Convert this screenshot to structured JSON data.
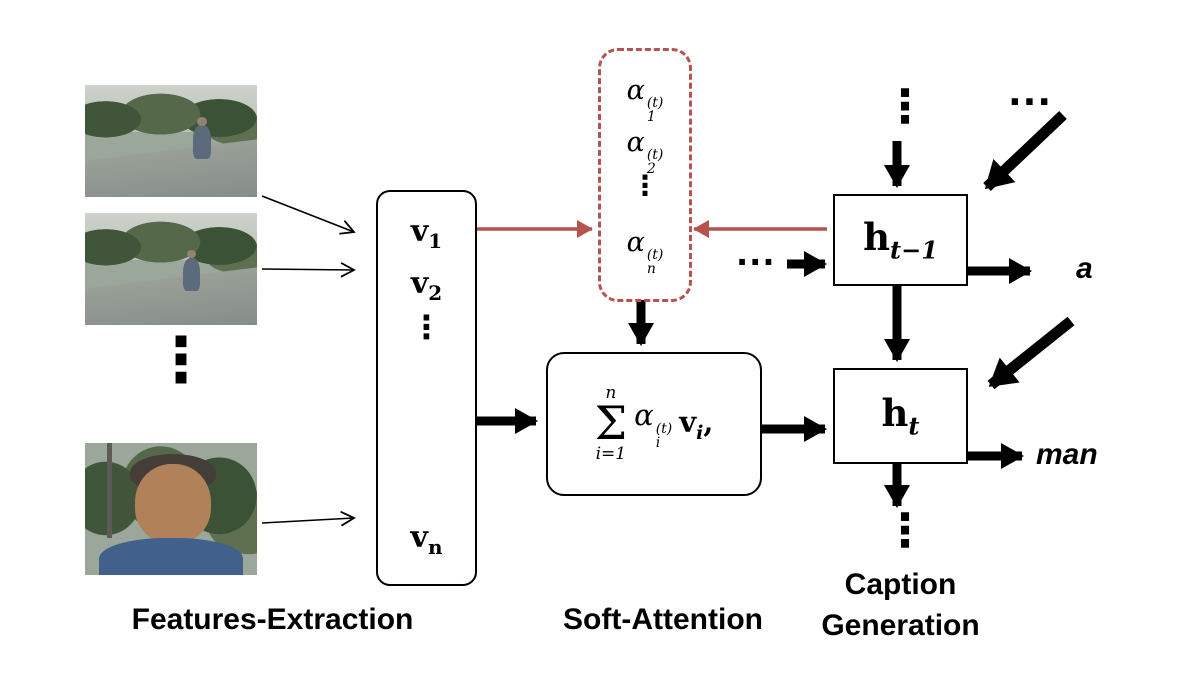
{
  "colors": {
    "accent_red": "#b5544e",
    "ink": "#000000"
  },
  "frames": {
    "dots": "⋮"
  },
  "vbox": {
    "v1": {
      "base": "v",
      "sub": "1"
    },
    "v2": {
      "base": "v",
      "sub": "2"
    },
    "dots": "⋮",
    "vn": {
      "base": "v",
      "sub": "n"
    }
  },
  "alpha_box": {
    "a1": {
      "base": "α",
      "sup": "(t)",
      "sub": "1"
    },
    "a2": {
      "base": "α",
      "sup": "(t)",
      "sub": "2"
    },
    "dots": "⋮",
    "an": {
      "base": "α",
      "sup": "(t)",
      "sub": "n"
    }
  },
  "sum_box": {
    "upper": "n",
    "sigma": "Σ",
    "lower": "i=1",
    "alpha": {
      "base": "α",
      "sup": "(t)",
      "sub": "i"
    },
    "v": {
      "base": "v",
      "sub": "i"
    },
    "comma": ","
  },
  "rnn": {
    "dots_top": "⋮",
    "dots_top_right": "···",
    "dots_left": "···",
    "h_prev": {
      "base": "h",
      "sub": "t−1"
    },
    "h_t": {
      "base": "h",
      "sub": "t"
    },
    "word_a": "a",
    "word_man": "man",
    "dots_bottom": "⋮"
  },
  "labels": {
    "features": "Features-Extraction",
    "attention": "Soft-Attention",
    "generation_1": "Caption",
    "generation_2": "Generation"
  }
}
